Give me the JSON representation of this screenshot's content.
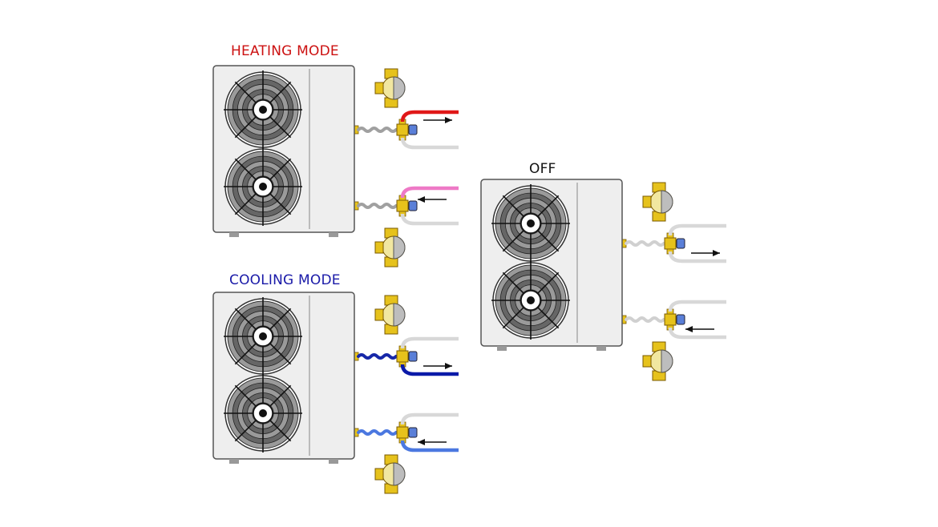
{
  "labels": {
    "heating": "HEATING MODE",
    "cooling": "COOLING MODE",
    "off": "OFF"
  },
  "colors": {
    "heating_label": "#cc1111",
    "cooling_label": "#1a1aa8",
    "off_label": "#111111",
    "heating_supply_pipe": "#e01818",
    "heating_return_pipe": "#ee79c6",
    "cooling_supply_pipe": "#0b1aa8",
    "cooling_return_pipe": "#4b78e0",
    "idle_pipe": "#d8d8d8",
    "unit_body": "#eeeeee",
    "unit_outline": "#555555",
    "fan_blade_dark": "#666666",
    "fan_blade_light": "#9a9a9a",
    "valve_brass": "#e6c21c",
    "valve_actuator": "#5a7fd8"
  },
  "icons": {
    "unit": "outdoor-heat-pump-unit",
    "fan": "fan-icon",
    "valve": "brass-valve-icon",
    "arrow": "flow-arrow"
  }
}
